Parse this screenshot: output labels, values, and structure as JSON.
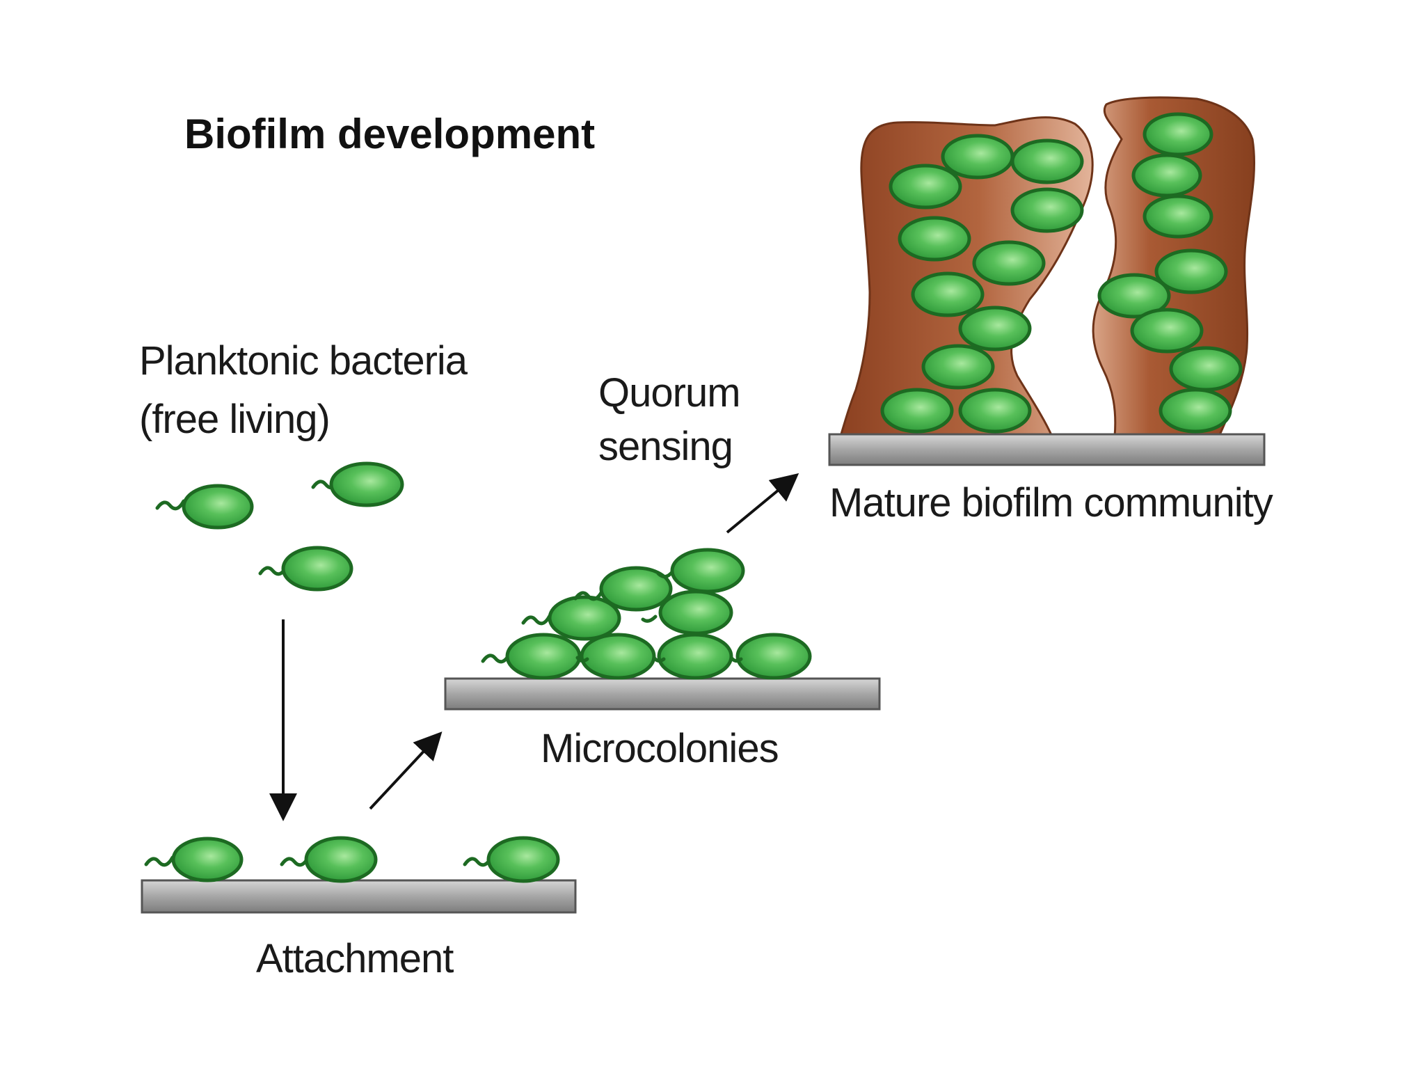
{
  "title": "Biofilm development",
  "labels": {
    "planktonic_line1": "Planktonic bacteria",
    "planktonic_line2": "(free living)",
    "attachment": "Attachment",
    "microcolonies": "Microcolonies",
    "quorum_line1": "Quorum",
    "quorum_line2": "sensing",
    "mature": "Mature biofilm community"
  },
  "stages": [
    "Planktonic bacteria",
    "Attachment",
    "Microcolonies",
    "Mature biofilm community"
  ],
  "colors": {
    "bacterium_fill": "#3fae49",
    "bacterium_highlight": "#8fdc8a",
    "bacterium_outline": "#1d6a22",
    "surface_fill": "#a9a9a9",
    "surface_outline": "#555555",
    "matrix_dark": "#8a3f20",
    "matrix_light": "#d9a487",
    "arrow": "#111111",
    "text": "#1a1a1a"
  }
}
